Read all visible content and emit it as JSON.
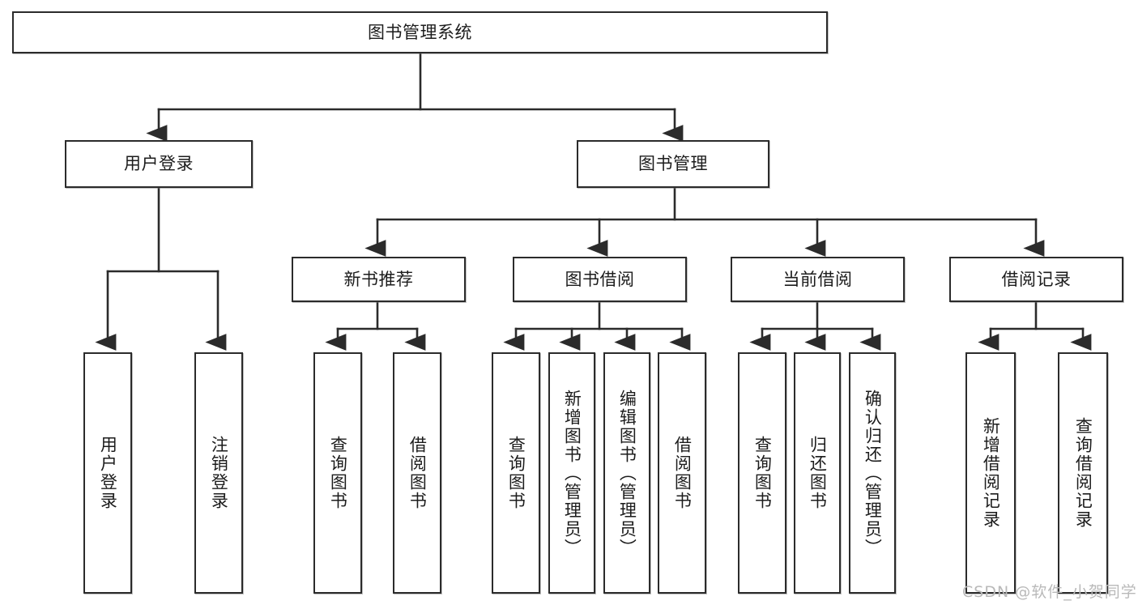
{
  "diagram": {
    "title": "图书管理系统",
    "watermark": "CSDN @软件_小贺同学",
    "line_color": "#2b2b2b",
    "box_fill": "#ffffff",
    "text_color": "#1c1c1c",
    "root": {
      "id": "root",
      "label": "图书管理系统"
    },
    "level2": [
      {
        "id": "user-login",
        "label": "用户登录"
      },
      {
        "id": "book-manage",
        "label": "图书管理"
      }
    ],
    "level3": [
      {
        "id": "new-book-recommend",
        "label": "新书推荐",
        "parent": "book-manage"
      },
      {
        "id": "book-borrow",
        "label": "图书借阅",
        "parent": "book-manage"
      },
      {
        "id": "current-borrow",
        "label": "当前借阅",
        "parent": "book-manage"
      },
      {
        "id": "borrow-record",
        "label": "借阅记录",
        "parent": "book-manage"
      }
    ],
    "leaves": [
      {
        "id": "leaf-user-login",
        "label": "用户登录",
        "parent": "user-login"
      },
      {
        "id": "leaf-logout",
        "label": "注销登录",
        "parent": "user-login"
      },
      {
        "id": "leaf-query-book-1",
        "label": "查询图书",
        "parent": "new-book-recommend"
      },
      {
        "id": "leaf-borrow-book-1",
        "label": "借阅图书",
        "parent": "new-book-recommend"
      },
      {
        "id": "leaf-query-book-2",
        "label": "查询图书",
        "parent": "book-borrow"
      },
      {
        "id": "leaf-add-book",
        "label": "新增图书（管理员）",
        "parent": "book-borrow"
      },
      {
        "id": "leaf-edit-book",
        "label": "编辑图书（管理员）",
        "parent": "book-borrow"
      },
      {
        "id": "leaf-borrow-book-2",
        "label": "借阅图书",
        "parent": "book-borrow"
      },
      {
        "id": "leaf-query-book-3",
        "label": "查询图书",
        "parent": "current-borrow"
      },
      {
        "id": "leaf-return-book",
        "label": "归还图书",
        "parent": "current-borrow"
      },
      {
        "id": "leaf-confirm-return",
        "label": "确认归还（管理员）",
        "parent": "current-borrow"
      },
      {
        "id": "leaf-add-record",
        "label": "新增借阅记录",
        "parent": "borrow-record"
      },
      {
        "id": "leaf-query-record",
        "label": "查询借阅记录",
        "parent": "borrow-record"
      }
    ]
  }
}
